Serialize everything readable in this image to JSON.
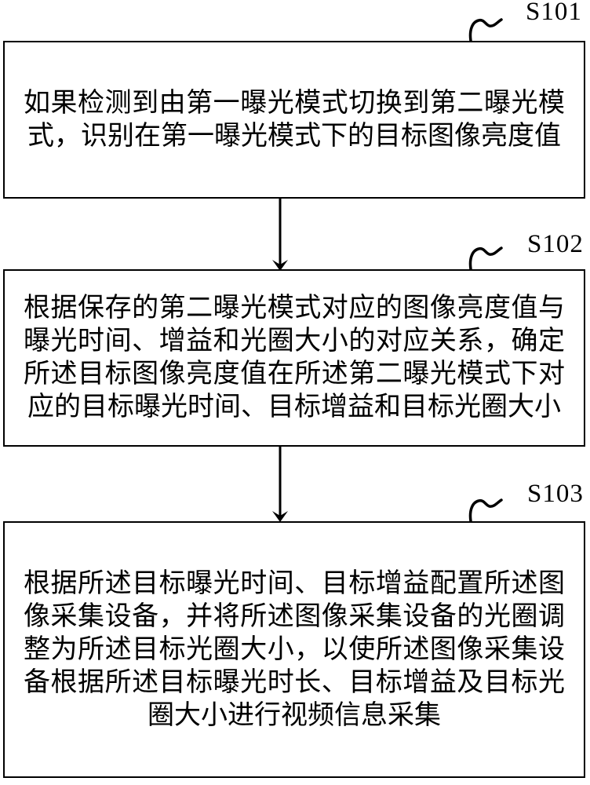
{
  "figure": {
    "type": "flowchart",
    "colors": {
      "background": "#ffffff",
      "line": "#000000",
      "text": "#000000"
    },
    "steps": [
      {
        "label": "S101",
        "text": "如果检测到由第一曝光模式切换到第二曝光模式，识别在第一曝光模式下的目标图像亮度值"
      },
      {
        "label": "S102",
        "text": "根据保存的第二曝光模式对应的图像亮度值与曝光时间、增益和光圈大小的对应关系，确定所述目标图像亮度值在所述第二曝光模式下对应的目标曝光时间、目标增益和目标光圈大小"
      },
      {
        "label": "S103",
        "text": "根据所述目标曝光时间、目标增益配置所述图像采集设备，并将所述图像采集设备的光圈调整为所述目标光圈大小，以使所述图像采集设备根据所述目标曝光时长、目标增益及目标光圈大小进行视频信息采集"
      }
    ],
    "connectors": [
      {
        "from": "S101",
        "to": "S102",
        "direction": "down"
      },
      {
        "from": "S102",
        "to": "S103",
        "direction": "down"
      }
    ]
  }
}
